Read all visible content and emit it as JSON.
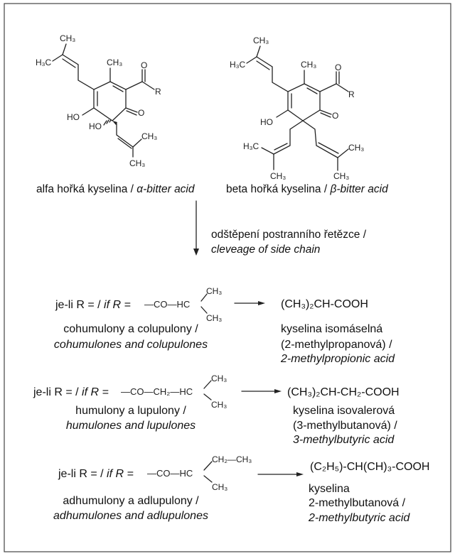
{
  "structures": {
    "alpha": {
      "labels": {
        "ch3_top": "CH₃",
        "h3c_left": "H₃C",
        "ch3_ring": "CH₃",
        "o_acyl": "O",
        "r": "R",
        "o_keto": "O",
        "ho1": "HO",
        "ho2": "HO",
        "ch3_r": "CH₃",
        "ch3_d": "CH₃"
      },
      "caption_cz": "alfa hořká kyselina / ",
      "caption_en": "α-bitter acid"
    },
    "beta": {
      "labels": {
        "ch3_top": "CH₃",
        "h3c_left": "H₃C",
        "ch3_ring": "CH₃",
        "o_acyl": "O",
        "r": "R",
        "o_keto": "O",
        "ho1": "HO",
        "h3c_bl": "H₃C",
        "ch3_bl": "CH₃",
        "ch3_br": "CH₃",
        "ch3_bd": "CH₃"
      },
      "caption_cz": "beta hořká kyselina / ",
      "caption_en": "β-bitter acid"
    }
  },
  "cleavage": {
    "line1": "odštěpení postranního řetězce /",
    "line2": "cleveage of side chain"
  },
  "rows": [
    {
      "if_cz": "je-li R = / ",
      "if_en": "if R =",
      "formula": "—CO—HC",
      "branch_up": "CH₃",
      "branch_down": "CH₃",
      "product": "(CH₃)₂CH-COOH",
      "names_cz": "cohumulony a colupulony /",
      "names_en": "cohumulones and colupulones",
      "acid_1": "kyselina isomáselná",
      "acid_2": "(2-methylpropanová) /",
      "acid_en": "2-methylpropionic acid"
    },
    {
      "if_cz": "je-li R = / ",
      "if_en": "if R =",
      "formula": "—CO—CH₂—HC",
      "branch_up": "CH₃",
      "branch_down": "CH₃",
      "product": "(CH₃)₂CH-CH₂-COOH",
      "names_cz": "humulony a lupulony /",
      "names_en": "humulones and lupulones",
      "acid_1": "kyselina isovalerová",
      "acid_2": "(3-methylbutanová) /",
      "acid_en": "3-methylbutyric acid"
    },
    {
      "if_cz": "je-li R = / ",
      "if_en": "if R =",
      "formula": "—CO—HC",
      "branch_up": "CH₂—CH₃",
      "branch_down": "CH₃",
      "product": "(C₂H₅)-CH(CH)₃-COOH",
      "names_cz": "adhumulony a adlupulony /",
      "names_en": "adhumulones and adlupulones",
      "acid_1": "kyselina",
      "acid_2": "2-methylbutanová /",
      "acid_en": "2-methylbutyric acid"
    }
  ],
  "colors": {
    "ink": "#222222",
    "frame": "#444444",
    "background": "#ffffff"
  }
}
